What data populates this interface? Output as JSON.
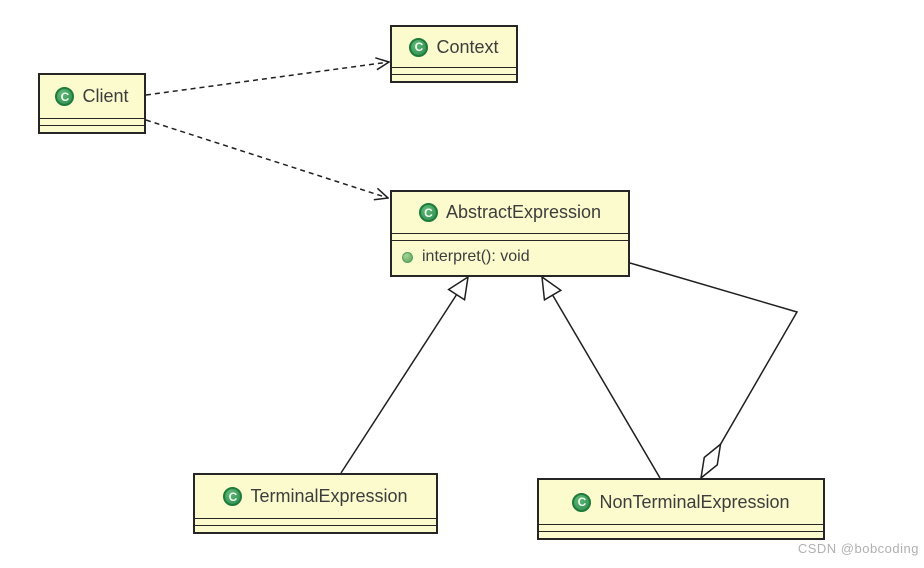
{
  "diagram": {
    "kind": "uml-class-diagram",
    "icon_letter": "C",
    "colors": {
      "node_fill": "#fbfbcd",
      "node_border": "#262626",
      "edge": "#1f1f1f",
      "class_icon_green": "#3fa45b",
      "text": "#3d3d3d"
    },
    "nodes": [
      {
        "name": "Client"
      },
      {
        "name": "Context"
      },
      {
        "name": "AbstractExpression",
        "methods": [
          "interpret(): void"
        ]
      },
      {
        "name": "TerminalExpression"
      },
      {
        "name": "NonTerminalExpression"
      }
    ],
    "edges": [
      {
        "from": "Client",
        "to": "Context",
        "type": "dependency-dashed-open-arrow"
      },
      {
        "from": "Client",
        "to": "AbstractExpression",
        "type": "dependency-dashed-open-arrow"
      },
      {
        "from": "TerminalExpression",
        "to": "AbstractExpression",
        "type": "generalization-hollow-triangle"
      },
      {
        "from": "NonTerminalExpression",
        "to": "AbstractExpression",
        "type": "generalization-hollow-triangle"
      },
      {
        "from": "AbstractExpression",
        "to": "NonTerminalExpression",
        "type": "aggregation-hollow-diamond"
      }
    ]
  },
  "watermark": {
    "text": "CSDN @bobcoding"
  }
}
